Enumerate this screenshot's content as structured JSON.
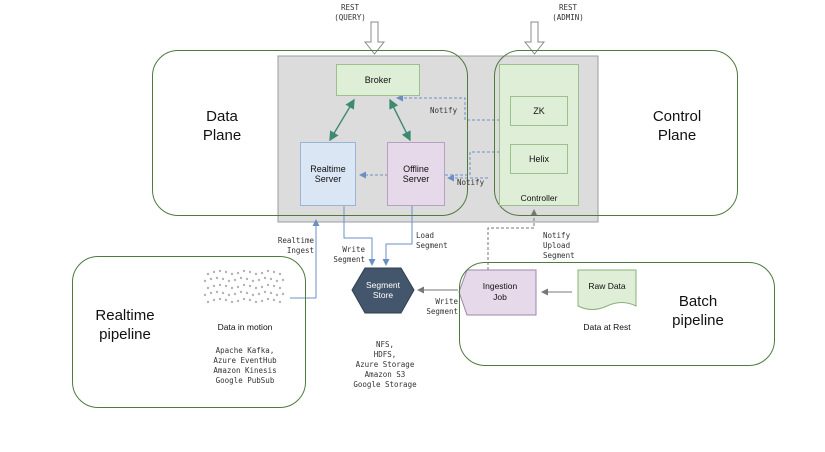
{
  "rest_query": [
    "REST",
    "(QUERY)"
  ],
  "rest_admin": [
    "REST",
    "(ADMIN)"
  ],
  "data_plane": [
    "Data",
    "Plane"
  ],
  "control_plane": [
    "Control",
    "Plane"
  ],
  "realtime_pipeline": [
    "Realtime",
    "pipeline"
  ],
  "batch_pipeline": [
    "Batch",
    "pipeline"
  ],
  "broker": "Broker",
  "realtime_server": [
    "Realtime",
    "Server"
  ],
  "offline_server": [
    "Offline",
    "Server"
  ],
  "zk": "ZK",
  "helix": "Helix",
  "controller": "Controller",
  "notify_top": "Notify",
  "notify_mid": "Notify",
  "realtime_ingest": [
    "Realtime",
    "Ingest"
  ],
  "write_segment_1": [
    "Write",
    "Segment"
  ],
  "load_segment": [
    "Load",
    "Segment"
  ],
  "notify_upload": [
    "Notify",
    "Upload",
    "Segment"
  ],
  "segment_store": [
    "Segment",
    "Store"
  ],
  "write_segment_2": [
    "Write",
    "Segment"
  ],
  "ingestion_job": [
    "Ingestion",
    "Job"
  ],
  "raw_data": "Raw Data",
  "data_at_rest": "Data at Rest",
  "data_in_motion": "Data in motion",
  "realtime_sources": [
    "Apache Kafka,",
    "Azure EventHub",
    "Amazon Kinesis",
    "Google PubSub"
  ],
  "storage_options": [
    "NFS,",
    "HDFS,",
    "Azure Storage",
    "Amazon S3",
    "Google Storage"
  ],
  "colors": {
    "region_border": "#4f7a3e",
    "broker_fill": "#dfeed6",
    "realtime_fill": "#dbe6f5",
    "offline_fill": "#e6d9ea",
    "controller_fill": "#dfeed6",
    "segment_store_fill": "#43566b",
    "ingestion_fill": "#e6d9ea",
    "arrow_green": "#3d8a73"
  }
}
